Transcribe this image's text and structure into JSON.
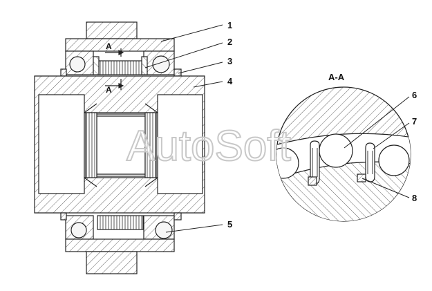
{
  "callouts": {
    "c1": "1",
    "c2": "2",
    "c3": "3",
    "c4": "4",
    "c5": "5",
    "c6": "6",
    "c7": "7",
    "c8": "8"
  },
  "section": {
    "title": "A-A",
    "cut_letter_top": "A",
    "cut_letter_bottom": "A"
  },
  "watermark": {
    "text": "AutoSoft"
  },
  "colors": {
    "line": "#222222",
    "hatch": "#555555",
    "fill": "#f2f2f2",
    "watermark": "#c8c8c8"
  }
}
